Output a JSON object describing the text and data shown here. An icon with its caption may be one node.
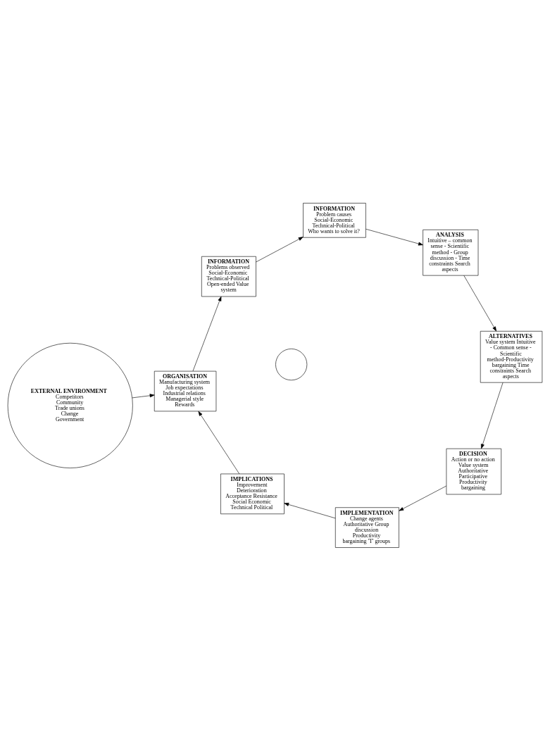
{
  "diagram": {
    "nodes": [
      {
        "text": [
          "EXTERNAL ENVIRONMENT",
          "Competitors Community Trade unions Change Government"
        ]
      },
      {
        "text": [
          "ORGANISATION",
          "Manufacturing system Job expectations Industrial relations Managerial style Rewards"
        ]
      },
      {
        "text": [
          "INFORMATION",
          "Problems observed Social-Economic Technical-Political Open-ended Value system"
        ]
      },
      {
        "text": [
          "INFORMATION",
          "Problem causes Social-Economic Technical-Political Who wants to solve it?"
        ]
      },
      {
        "text": [
          "ANALYSIS",
          "Intuitive – common sense - Scientific method - Group discussion - Time constraints Search aspects"
        ]
      },
      {
        "text": [
          "ALTERNATIVES",
          "Value system Intuitive - Common sense - Scientific method-Productivity bargaining Time constraints Search aspects"
        ]
      },
      {
        "text": [
          "DECISION",
          "Action or no action Value system Authoritative Participative Productivity bargaining"
        ]
      },
      {
        "text": [
          "IMPLEMENTATION",
          "Change agents Authoritative Group discussion Productivity bargaining 'T' groups"
        ]
      },
      {
        "text": [
          "IMPLICATIONS",
          "Improvement Deterioration Acceptance Resistance Social Economic Technical Political"
        ]
      },
      {
        "text": [],
        "shape": "circle"
      }
    ],
    "edges": [
      {
        "from": 0,
        "to": 1,
        "arrow": "to"
      },
      {
        "from": 1,
        "to": 2,
        "arrow": "to"
      },
      {
        "from": 2,
        "to": 3,
        "arrow": "to"
      },
      {
        "from": 3,
        "to": 4,
        "arrow": "to"
      },
      {
        "from": 4,
        "to": 5,
        "arrow": "to"
      },
      {
        "from": 5,
        "to": 6,
        "arrow": "to"
      },
      {
        "from": 6,
        "to": 7,
        "arrow": "to"
      },
      {
        "from": 7,
        "to": 8,
        "arrow": "to"
      },
      {
        "from": 8,
        "to": 1,
        "arrow": "to"
      }
    ]
  }
}
